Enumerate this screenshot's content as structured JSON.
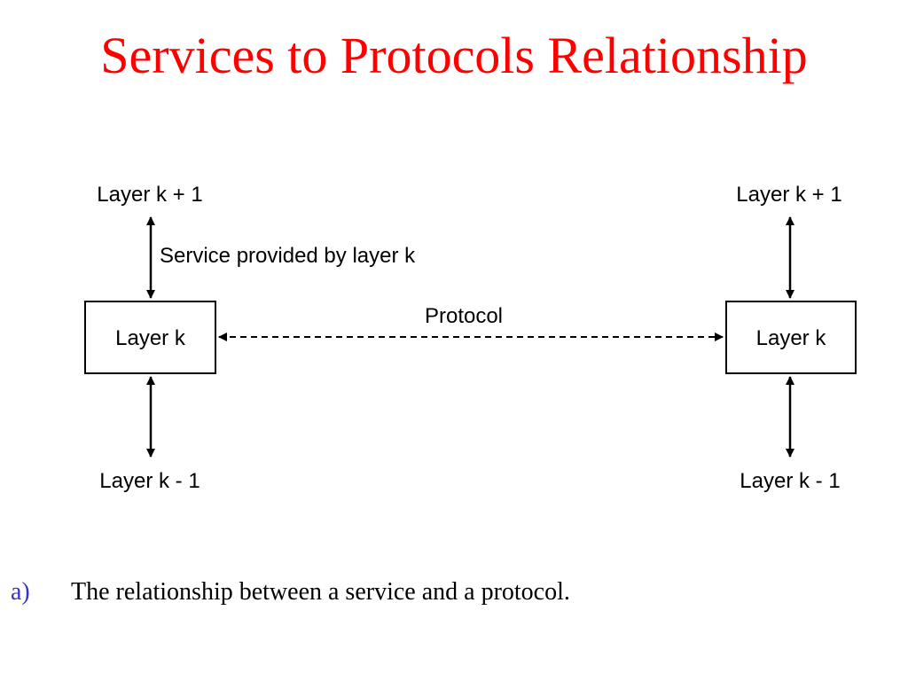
{
  "slide": {
    "title": "Services to Protocols Relationship",
    "title_color": "#ff0000"
  },
  "diagram": {
    "left": {
      "upper_layer": "Layer k + 1",
      "box_label": "Layer k",
      "lower_layer": "Layer k - 1"
    },
    "right": {
      "upper_layer": "Layer k + 1",
      "box_label": "Layer k",
      "lower_layer": "Layer k - 1"
    },
    "service_label": "Service provided by layer k",
    "protocol_label": "Protocol"
  },
  "caption": {
    "marker": "a)",
    "marker_color": "#3333cc",
    "text": "The relationship between a service and a protocol."
  }
}
